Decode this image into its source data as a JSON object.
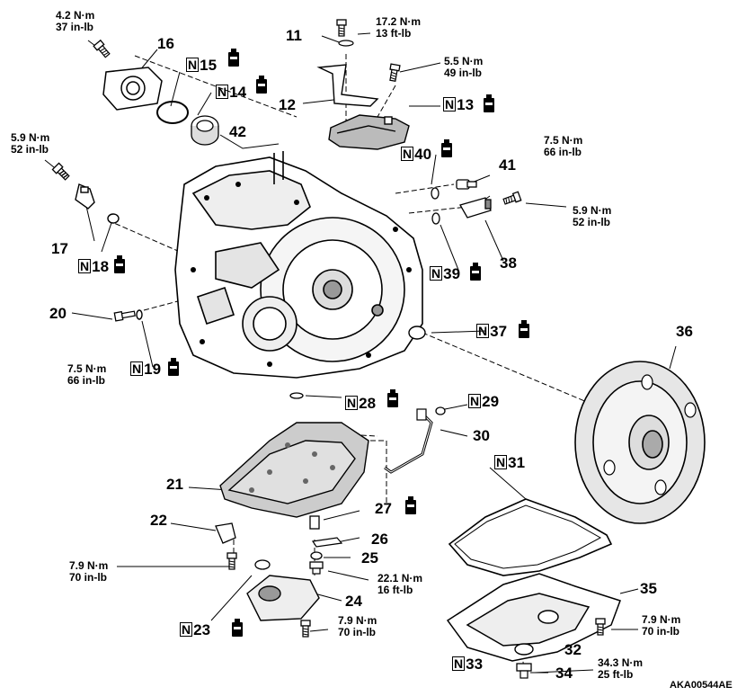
{
  "new_part_mark": "N",
  "figure_code": "AKA00544AE",
  "parts": {
    "p11": "11",
    "p12": "12",
    "p13": "13",
    "p14": "14",
    "p15": "15",
    "p16": "16",
    "p17": "17",
    "p18": "18",
    "p19": "19",
    "p20": "20",
    "p21": "21",
    "p22": "22",
    "p23": "23",
    "p24": "24",
    "p25": "25",
    "p26": "26",
    "p27": "27",
    "p28": "28",
    "p29": "29",
    "p30": "30",
    "p31": "31",
    "p32": "32",
    "p33": "33",
    "p34": "34",
    "p35": "35",
    "p36": "36",
    "p37": "37",
    "p38": "38",
    "p39": "39",
    "p40": "40",
    "p41": "41",
    "p42": "42"
  },
  "torques": {
    "t16": {
      "metric": "4.2 N·m",
      "imperial": "37 in-lb"
    },
    "t11": {
      "metric": "17.2 N·m",
      "imperial": "13 ft-lb"
    },
    "t12": {
      "metric": "5.5 N·m",
      "imperial": "49 in-lb"
    },
    "t17": {
      "metric": "5.9 N·m",
      "imperial": "52 in-lb"
    },
    "t41": {
      "metric": "7.5 N·m",
      "imperial": "66 in-lb"
    },
    "t38": {
      "metric": "5.9 N·m",
      "imperial": "52 in-lb"
    },
    "t20": {
      "metric": "7.5 N·m",
      "imperial": "66 in-lb"
    },
    "t22": {
      "metric": "7.9 N·m",
      "imperial": "70 in-lb"
    },
    "t25": {
      "metric": "22.1 N·m",
      "imperial": "16 ft-lb"
    },
    "t24": {
      "metric": "7.9 N·m",
      "imperial": "70 in-lb"
    },
    "t35": {
      "metric": "7.9 N·m",
      "imperial": "70 in-lb"
    },
    "t34": {
      "metric": "34.3 N·m",
      "imperial": "25 ft-lb"
    }
  },
  "icons": {
    "new_part": "boxed-n-icon",
    "fluid": "oil-bottle-icon"
  }
}
